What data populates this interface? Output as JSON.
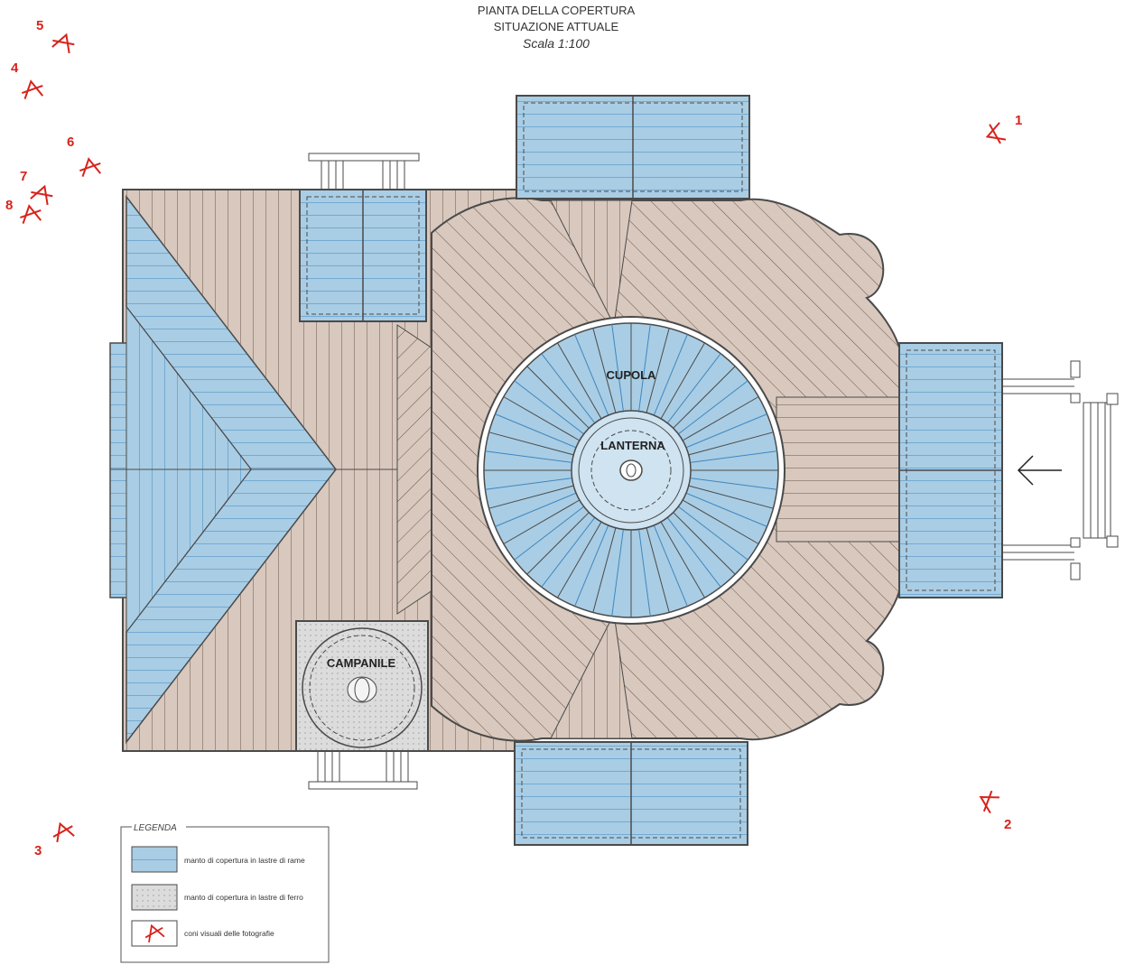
{
  "title": {
    "line1": "PIANTA DELLA COPERTURA",
    "line2": "SITUAZIONE ATTUALE",
    "scale": "Scala 1:100"
  },
  "labels": {
    "cupola": "CUPOLA",
    "lanterna": "LANTERNA",
    "campanile": "CAMPANILE"
  },
  "legend": {
    "title": "LEGENDA",
    "items": [
      {
        "text": "manto di copertura in lastre di rame",
        "swatch": "copper"
      },
      {
        "text": "manto di copertura in lastre di ferro",
        "swatch": "iron"
      },
      {
        "text": "coni visuali delle fotografie",
        "swatch": "cone"
      }
    ]
  },
  "viewpoints": [
    "1",
    "2",
    "3",
    "4",
    "5",
    "6",
    "7",
    "8"
  ],
  "colors": {
    "copper_roof": "#a9cde4",
    "copper_line": "#3f86c0",
    "iron_roof": "#d8c8bd",
    "iron_line": "#6b5348",
    "outline": "#4a4a4a",
    "viewpoint_marker": "#d8231c"
  }
}
